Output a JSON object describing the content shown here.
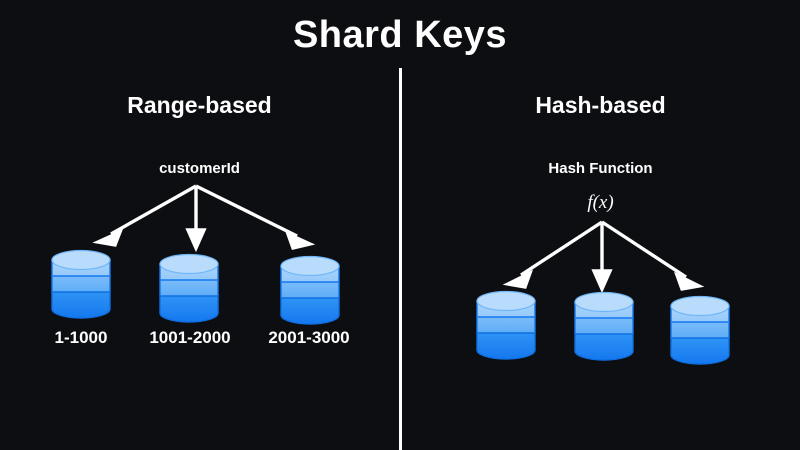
{
  "slide": {
    "title": "Shard Keys",
    "background_color": "#0d0e12",
    "text_color": "#ffffff",
    "divider_color": "#ffffff"
  },
  "panels": {
    "range": {
      "heading": "Range-based",
      "key_label": "customerId",
      "shards": [
        {
          "label": "1-1000"
        },
        {
          "label": "1001-2000"
        },
        {
          "label": "2001-3000"
        }
      ]
    },
    "hash": {
      "heading": "Hash-based",
      "key_label": "Hash Function",
      "formula": "f(x)",
      "shards": [
        {
          "label": ""
        },
        {
          "label": ""
        },
        {
          "label": ""
        }
      ]
    }
  },
  "database_icon": {
    "name": "database-cylinder-icon",
    "top_color": "#b9dcfd",
    "band_colors": [
      "#a9d3fb",
      "#7bbcf9",
      "#3e9bf6",
      "#1478ef"
    ],
    "outline_color": "#0f6fe0"
  },
  "arrow": {
    "name": "arrow-icon",
    "color": "#ffffff"
  }
}
